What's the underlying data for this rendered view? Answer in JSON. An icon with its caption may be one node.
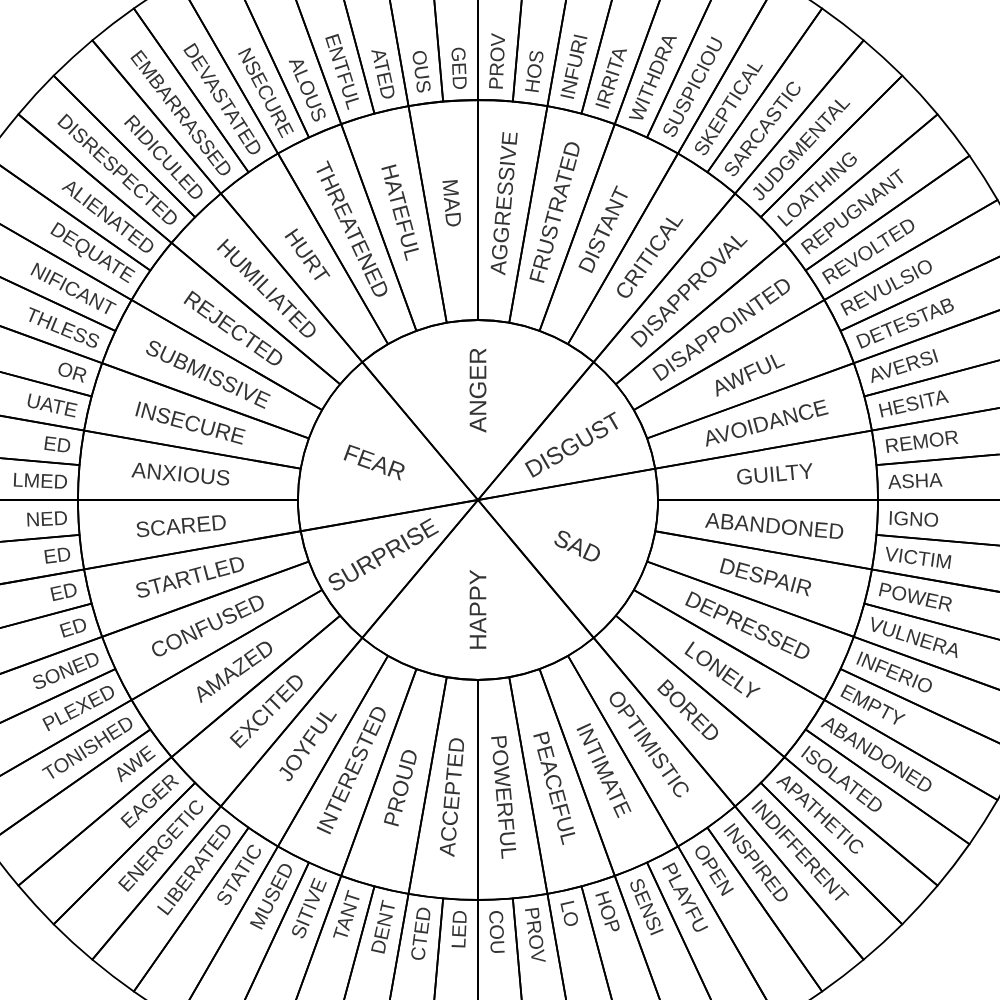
{
  "diagram": {
    "nodes": [
      {
        "text": [
          "ANGER"
        ]
      },
      {
        "text": [
          "DISGUST"
        ]
      },
      {
        "text": [
          "SAD"
        ]
      },
      {
        "text": [
          "HAPPY"
        ]
      },
      {
        "text": [
          "SURPRISE"
        ]
      },
      {
        "text": [
          "FEAR"
        ]
      },
      {
        "text": [
          "GUILTY"
        ]
      },
      {
        "text": [
          "AVOIDANCE"
        ]
      },
      {
        "text": [
          "AWFUL"
        ]
      },
      {
        "text": [
          "DISAPPOINTED"
        ]
      },
      {
        "text": [
          "DISAPPROVAL"
        ]
      },
      {
        "text": [
          "CRITICAL"
        ]
      },
      {
        "text": [
          "DISTANT"
        ]
      },
      {
        "text": [
          "FRUSTRATED"
        ]
      },
      {
        "text": [
          "AGGRESSIVE"
        ]
      },
      {
        "text": [
          "MAD"
        ]
      },
      {
        "text": [
          "HATEFUL"
        ]
      },
      {
        "text": [
          "THREATENED"
        ]
      },
      {
        "text": [
          "HURT"
        ]
      },
      {
        "text": [
          "HUMILIATED"
        ]
      },
      {
        "text": [
          "REJECTED"
        ]
      },
      {
        "text": [
          "SUBMISSIVE"
        ]
      },
      {
        "text": [
          "INSECURE"
        ]
      },
      {
        "text": [
          "ANXIOUS"
        ]
      },
      {
        "text": [
          "SCARED"
        ]
      },
      {
        "text": [
          "STARTLED"
        ]
      },
      {
        "text": [
          "CONFUSED"
        ]
      },
      {
        "text": [
          "AMAZED"
        ]
      },
      {
        "text": [
          "EXCITED"
        ]
      },
      {
        "text": [
          "JOYFUL"
        ]
      },
      {
        "text": [
          "INTERESTED"
        ]
      },
      {
        "text": [
          "PROUD"
        ]
      },
      {
        "text": [
          "ACCEPTED"
        ]
      },
      {
        "text": [
          "POWERFUL"
        ]
      },
      {
        "text": [
          "PEACEFUL"
        ]
      },
      {
        "text": [
          "INTIMATE"
        ]
      },
      {
        "text": [
          "OPTIMISTIC"
        ]
      },
      {
        "text": [
          "BORED"
        ]
      },
      {
        "text": [
          "LONELY"
        ]
      },
      {
        "text": [
          "DEPRESSED"
        ]
      },
      {
        "text": [
          "DESPAIR"
        ]
      },
      {
        "text": [
          "ABANDONED"
        ]
      },
      {
        "text": [
          "ASHA"
        ]
      },
      {
        "text": [
          "REMOR"
        ]
      },
      {
        "text": [
          "HESITA"
        ]
      },
      {
        "text": [
          "AVERSI"
        ]
      },
      {
        "text": [
          "DETESTAB"
        ]
      },
      {
        "text": [
          "REVULSIO"
        ]
      },
      {
        "text": [
          "REVOLTED"
        ]
      },
      {
        "text": [
          "REPUGNANT"
        ]
      },
      {
        "text": [
          "LOATHING"
        ]
      },
      {
        "text": [
          "JUDGMENTAL"
        ]
      },
      {
        "text": [
          "SARCASTIC"
        ]
      },
      {
        "text": [
          "SKEPTICAL"
        ]
      },
      {
        "text": [
          "SUSPICIOU"
        ]
      },
      {
        "text": [
          "WITHDRA"
        ]
      },
      {
        "text": [
          "IRRITA"
        ]
      },
      {
        "text": [
          "INFURI"
        ]
      },
      {
        "text": [
          "HOS"
        ]
      },
      {
        "text": [
          "PROV"
        ]
      },
      {
        "text": [
          "GED"
        ]
      },
      {
        "text": [
          "OUS"
        ]
      },
      {
        "text": [
          "ATED"
        ]
      },
      {
        "text": [
          "ENTFUL"
        ]
      },
      {
        "text": [
          "ALOUS"
        ]
      },
      {
        "text": [
          "NSECURE"
        ]
      },
      {
        "text": [
          "DEVASTATED"
        ]
      },
      {
        "text": [
          "EMBARRASSED"
        ]
      },
      {
        "text": [
          "RIDICULED"
        ]
      },
      {
        "text": [
          "DISRESPECTED"
        ]
      },
      {
        "text": [
          "ALIENATED"
        ]
      },
      {
        "text": [
          "DEQUATE"
        ]
      },
      {
        "text": [
          "NIFICANT"
        ]
      },
      {
        "text": [
          "THLESS"
        ]
      },
      {
        "text": [
          "OR"
        ]
      },
      {
        "text": [
          "UATE"
        ]
      },
      {
        "text": [
          "ED"
        ]
      },
      {
        "text": [
          "LMED"
        ]
      },
      {
        "text": [
          "NED"
        ]
      },
      {
        "text": [
          "ED"
        ]
      },
      {
        "text": [
          "ED"
        ]
      },
      {
        "text": [
          "ED"
        ]
      },
      {
        "text": [
          "SONED"
        ]
      },
      {
        "text": [
          "PLEXED"
        ]
      },
      {
        "text": [
          "TONISHED"
        ]
      },
      {
        "text": [
          "AWE"
        ]
      },
      {
        "text": [
          "EAGER"
        ]
      },
      {
        "text": [
          "ENERGETIC"
        ]
      },
      {
        "text": [
          "LIBERATED"
        ]
      },
      {
        "text": [
          "STATIC"
        ]
      },
      {
        "text": [
          "MUSED"
        ]
      },
      {
        "text": [
          "SITIVE"
        ]
      },
      {
        "text": [
          "TANT"
        ]
      },
      {
        "text": [
          "DENT"
        ]
      },
      {
        "text": [
          "CTED"
        ]
      },
      {
        "text": [
          "LED"
        ]
      },
      {
        "text": [
          "COU"
        ]
      },
      {
        "text": [
          "PROV"
        ]
      },
      {
        "text": [
          "LO"
        ]
      },
      {
        "text": [
          "HOP"
        ]
      },
      {
        "text": [
          "SENSI"
        ]
      },
      {
        "text": [
          "PLAYFU"
        ]
      },
      {
        "text": [
          "OPEN"
        ]
      },
      {
        "text": [
          "INSPIRED"
        ]
      },
      {
        "text": [
          "INDIFFERENT"
        ]
      },
      {
        "text": [
          "APATHETIC"
        ]
      },
      {
        "text": [
          "ISOLATED"
        ]
      },
      {
        "text": [
          "ABANDONED"
        ]
      },
      {
        "text": [
          "EMPTY"
        ]
      },
      {
        "text": [
          "INFERIO"
        ]
      },
      {
        "text": [
          "VULNERA"
        ]
      },
      {
        "text": [
          "POWER"
        ]
      },
      {
        "text": [
          "VICTIM"
        ]
      },
      {
        "text": [
          "IGNO"
        ]
      }
    ]
  }
}
